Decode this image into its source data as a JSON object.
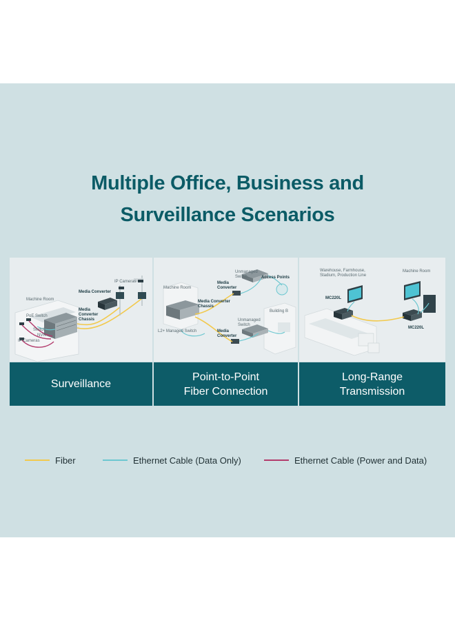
{
  "title": {
    "line1": "Multiple Office, Business and",
    "line2": "Surveillance Scenarios"
  },
  "scenarios": [
    {
      "label": "Surveillance",
      "diagram_labels": {
        "machine_room": "Machine Room",
        "ip_cameras_top": "IP Cameras",
        "media_converter": "Media Converter",
        "poe_switch": "PoE Switch",
        "switch": "Switch",
        "nvr": "NVR",
        "ip_cameras_bottom": "IP Cameras",
        "mc_chassis": "Media\nConverter\nChassis"
      }
    },
    {
      "label": "Point-to-Point\nFiber Connection",
      "diagram_labels": {
        "machine_room": "Machine Room",
        "unmanaged_switch_top": "Unmanaged\nSwitch",
        "access_points": "Access Points",
        "media_converter_top": "Media\nConverter",
        "mc_chassis": "Media Converter\nChassis",
        "building_b": "Building B",
        "unmanaged_switch_bottom": "Unmanaged\nSwitch",
        "l2_switch": "L2+ Managed Switch",
        "media_converter_bottom": "Media\nConverter"
      }
    },
    {
      "label": "Long-Range\nTransmission",
      "diagram_labels": {
        "warehouse": "Warehouse, Farmhouse,\nStadium, Production Line",
        "machine_room": "Machine Room",
        "mc220l_left": "MC220L",
        "mc220l_right": "MC220L"
      }
    }
  ],
  "legend": [
    {
      "label": "Fiber",
      "color": "#f2c94c"
    },
    {
      "label": "Ethernet Cable (Data Only)",
      "color": "#6cc7d0"
    },
    {
      "label": "Ethernet Cable (Power and Data)",
      "color": "#b23a6b"
    }
  ],
  "colors": {
    "background": "#cfe0e3",
    "title": "#0b5b66",
    "tab": "#0d5c68"
  }
}
